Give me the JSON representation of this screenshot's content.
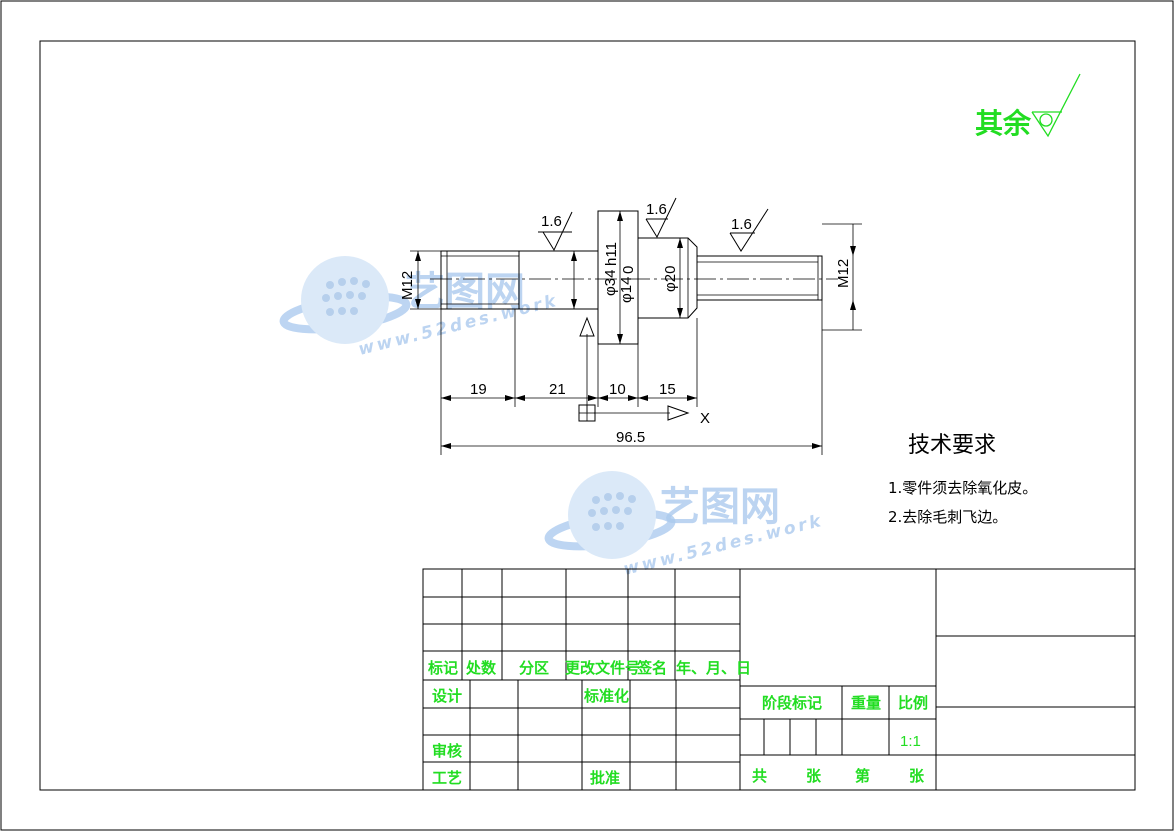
{
  "roughness": {
    "rest_label": "其余",
    "values": [
      "1.6",
      "1.6",
      "1.6"
    ]
  },
  "dimensions": {
    "thread_left": "M12",
    "thread_right": "M12",
    "dia_flange": "φ34",
    "dia_flange_tol": "h11",
    "dia_bore": "φ14",
    "dia_bore_tol": "0",
    "dia_shoulder": "φ20",
    "len_1": "19",
    "len_2": "21",
    "len_3": "10",
    "len_4": "15",
    "len_total": "96.5",
    "axis_x": "X"
  },
  "tech": {
    "title": "技术要求",
    "items": [
      "1.零件须去除氧化皮。",
      "2.去除毛刺飞边。"
    ]
  },
  "title_block": {
    "mark": "标记",
    "count": "处数",
    "zone": "分区",
    "change_doc": "更改文件号",
    "sign": "签名",
    "date": "年、月、日",
    "design": "设计",
    "standardize": "标准化",
    "review": "审核",
    "process": "工艺",
    "approve": "批准",
    "stage_mark": "阶段标记",
    "weight": "重量",
    "scale": "比例",
    "scale_value": "1:1",
    "total": "共",
    "sheets": "张",
    "nth": "第",
    "sheet2": "张"
  },
  "watermark": {
    "brand": "艺图网",
    "url": "www.52des.work"
  },
  "colors": {
    "annotation": "#22dd22",
    "line": "#000000",
    "watermark": "#8fb8e8"
  }
}
